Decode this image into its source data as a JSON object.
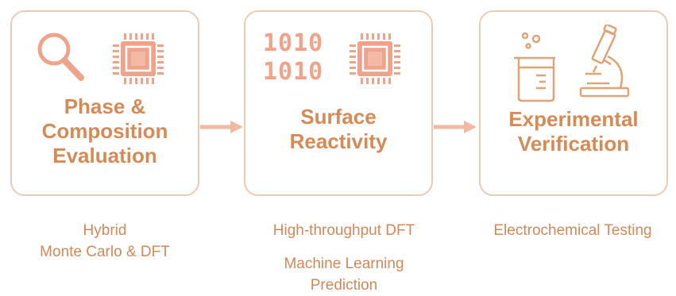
{
  "colors": {
    "accent": "#d68a55",
    "icon_fill": "#eea38a",
    "border": "#eccbb6",
    "caption": "#d3885a"
  },
  "stages": [
    {
      "title": "Phase &\nComposition\nEvaluation",
      "icons": [
        "magnifier-icon",
        "chip-icon"
      ],
      "captions": [
        "Hybrid\nMonte Carlo & DFT"
      ]
    },
    {
      "title": "Surface\nReactivity",
      "icons": [
        "binary-1010-icon",
        "chip-icon"
      ],
      "binary_lines": [
        "1010",
        "1010"
      ],
      "captions": [
        "High-throughput DFT",
        "Machine Learning\nPrediction"
      ]
    },
    {
      "title": "Experimental\nVerification",
      "icons": [
        "beaker-icon",
        "microscope-icon"
      ],
      "captions": [
        "Electrochemical Testing"
      ]
    }
  ]
}
